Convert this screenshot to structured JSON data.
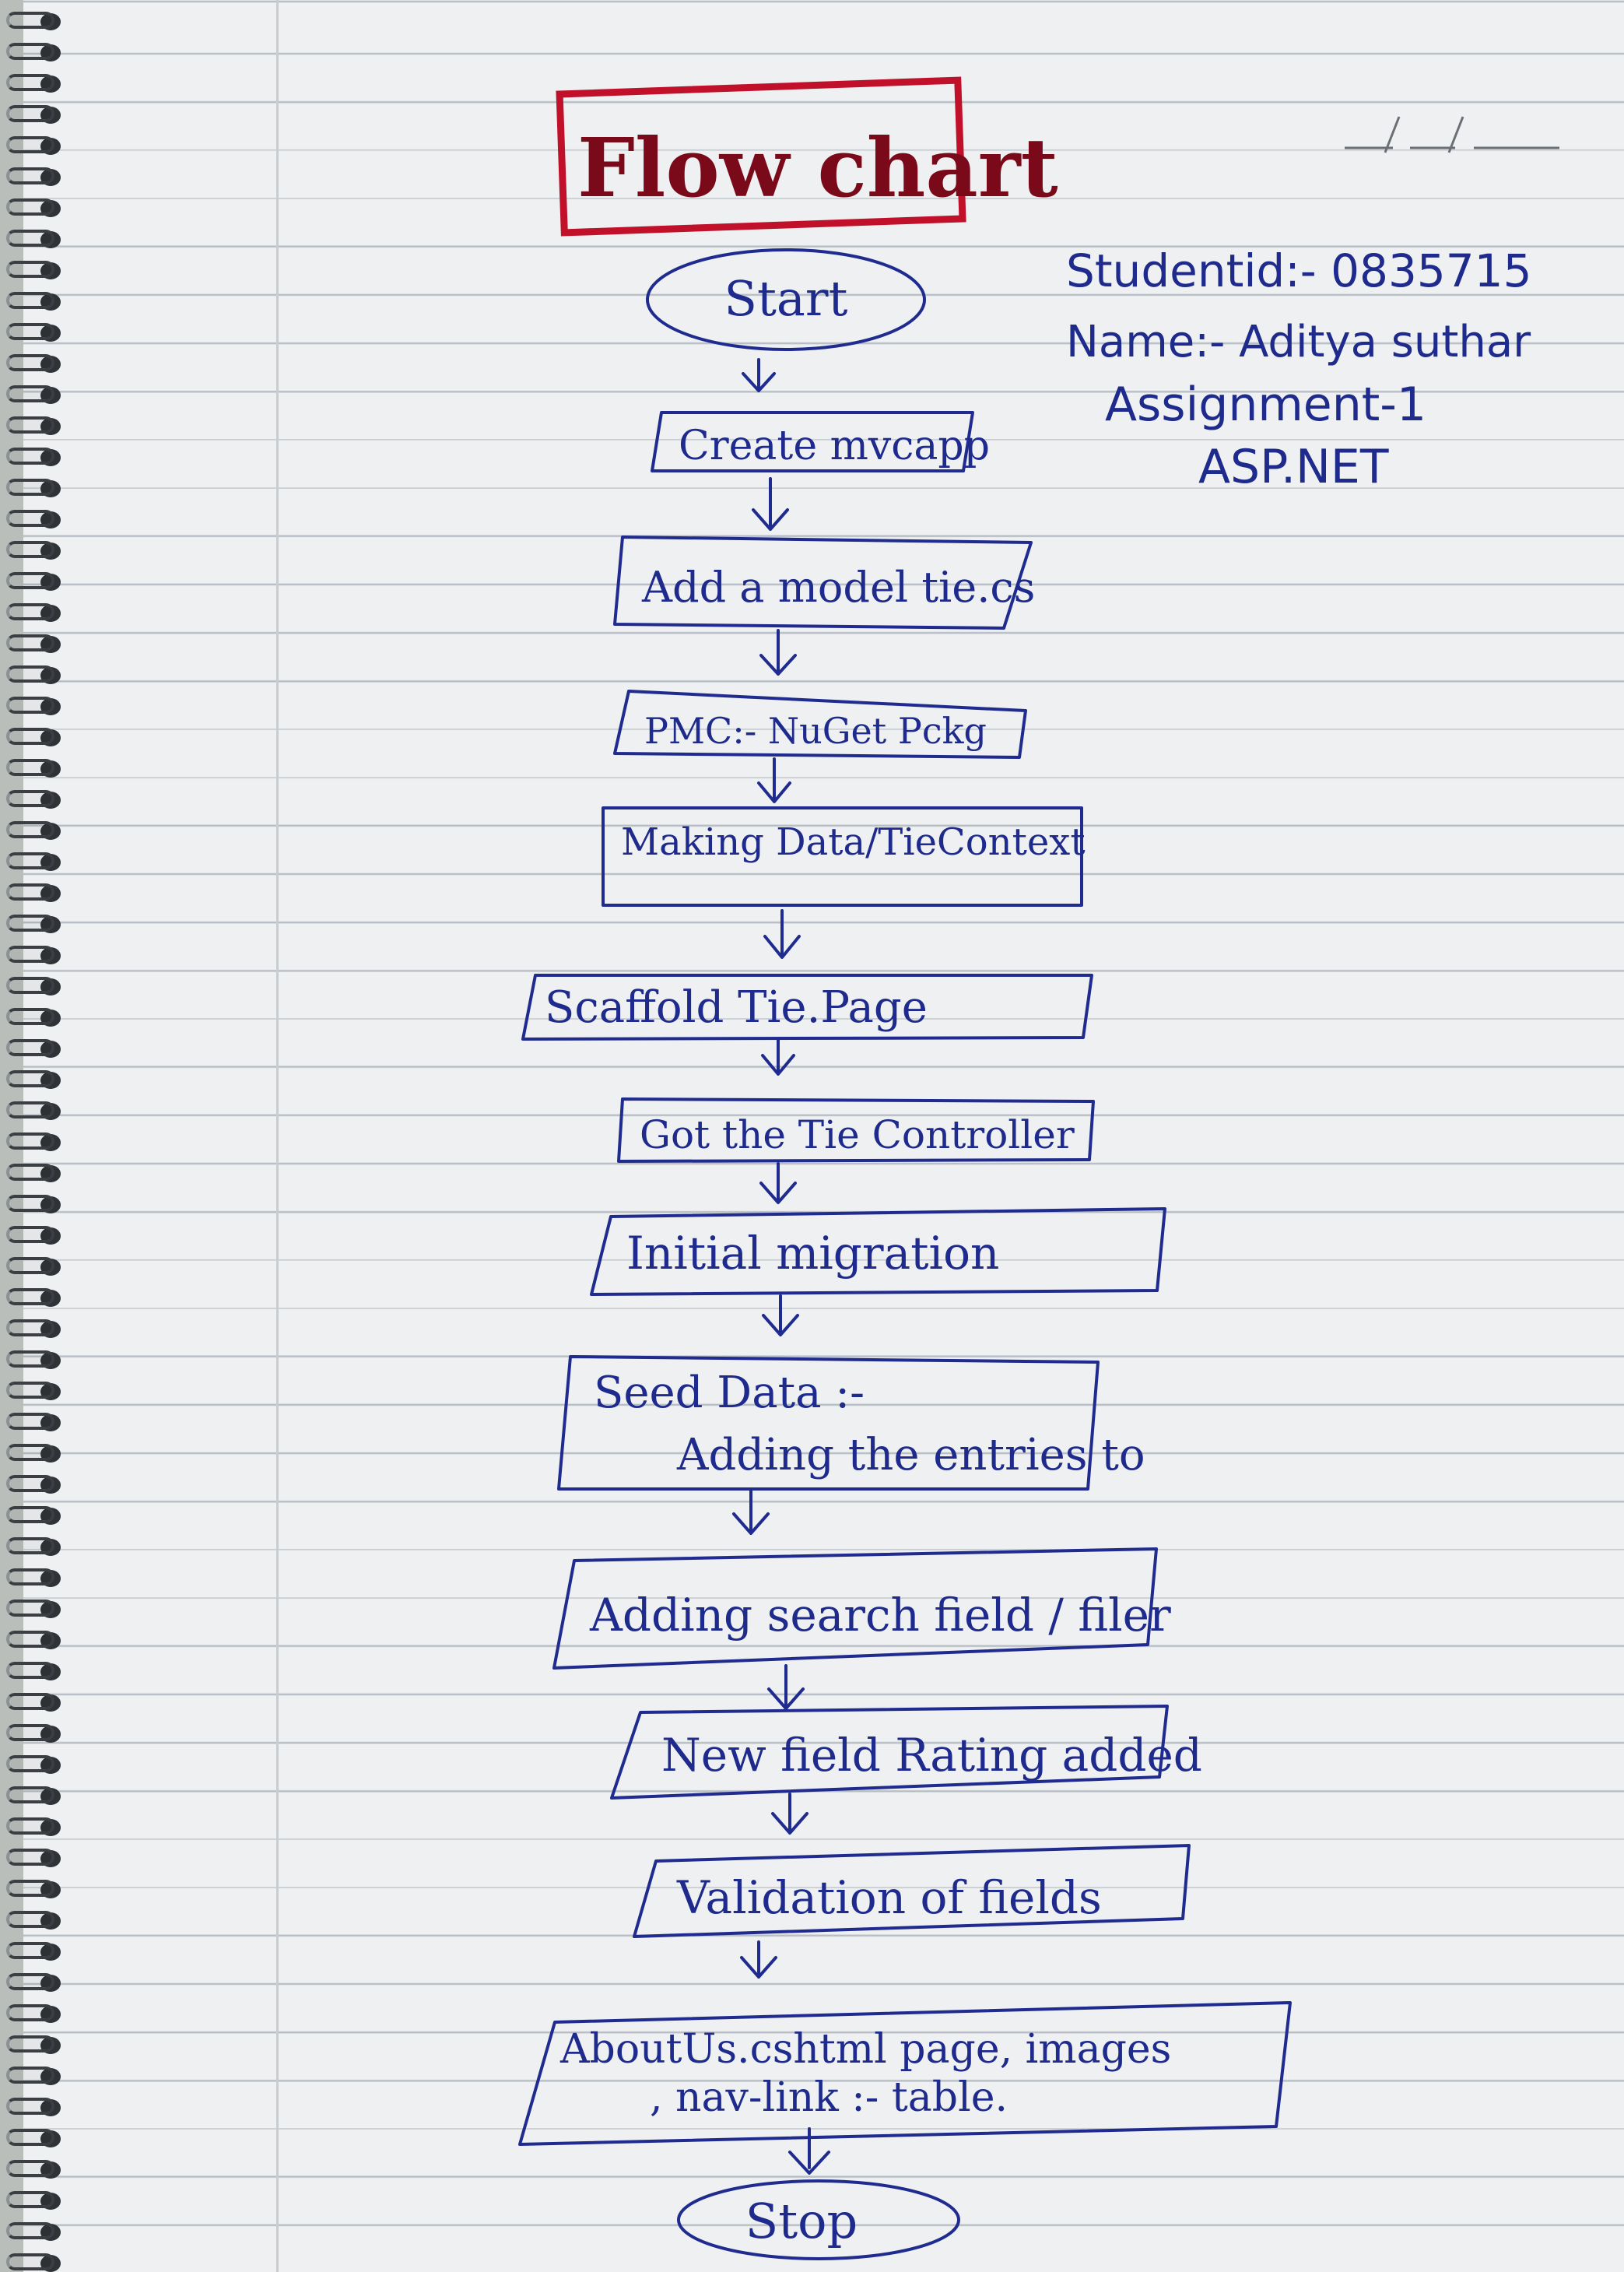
{
  "title": "Flow chart",
  "date_template": "__/__/____",
  "student_info": {
    "student_id": "Studentid:- 0835715",
    "name": "Name:- Aditya suthar",
    "assignment": "Assignment-1",
    "course": "ASP.NET"
  },
  "flow": {
    "start": "Start",
    "steps": [
      "Create mvcapp",
      "Add a model tie.cs",
      "PMC:- NuGet Pckg",
      "Making Data/TieContext",
      "Scaffold Tie.Page",
      "Got the Tie Controller",
      "Initial migration",
      "Seed Data :-",
      "Adding the entries to",
      "Adding search field / filer",
      "New field Rating added",
      "Validation of fields",
      "AboutUs.cshtml page, images",
      ", nav-link :- table."
    ],
    "stop": "Stop"
  },
  "colors": {
    "ink": "#1e2a8c",
    "title_border": "#c0102a",
    "paper": "#eef0f1",
    "rule_line": "#b6bdc4"
  }
}
